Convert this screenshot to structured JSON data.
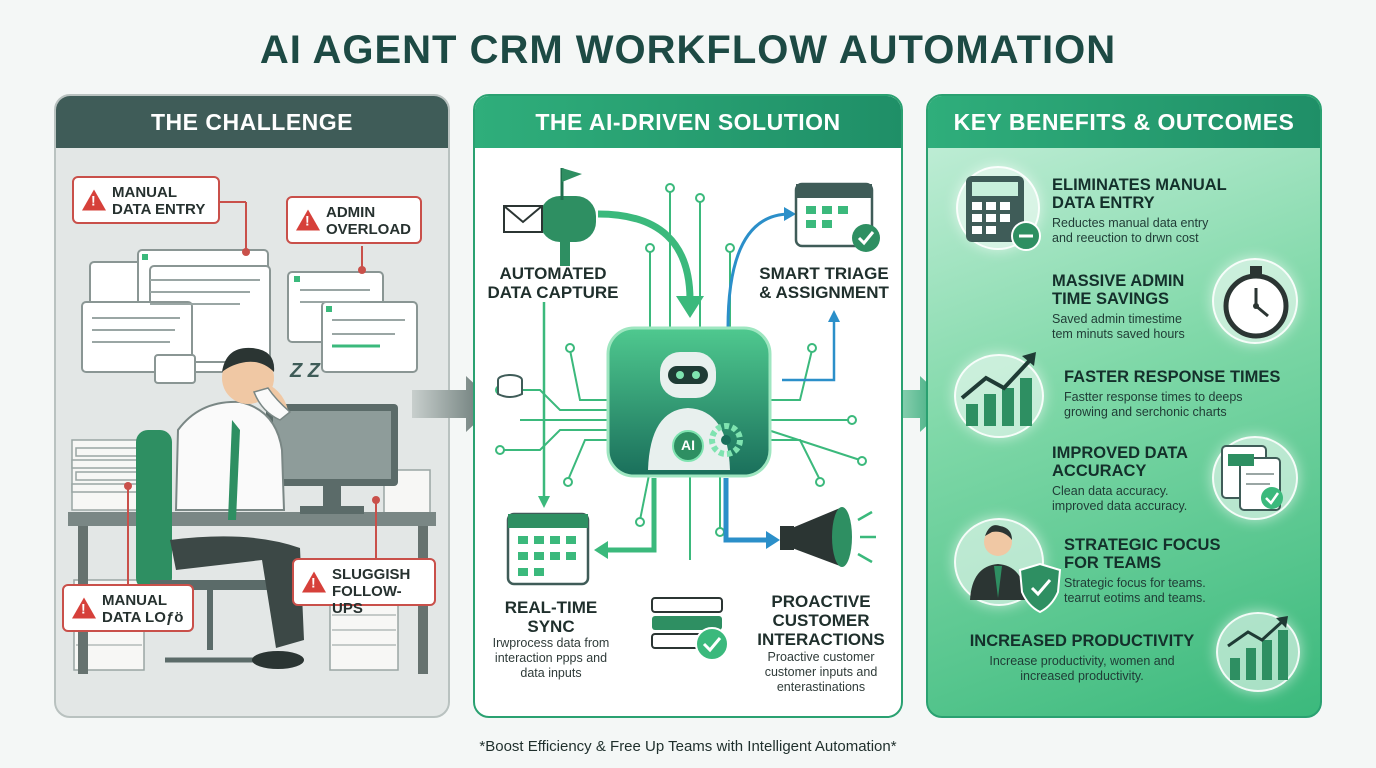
{
  "title": "AI AGENT CRM WORKFLOW AUTOMATION",
  "footer": "*Boost Efficiency & Free Up Teams with Intelligent Automation*",
  "challenge": {
    "header": "THE CHALLENGE",
    "callouts": [
      {
        "id": "manual-data-entry",
        "text": "MANUAL\nDATA ENTRY"
      },
      {
        "id": "admin-overload",
        "text": "ADMIN\nOVERLOAD"
      },
      {
        "id": "manual-data-log",
        "text": "MANUAL\nDATA LOƒö"
      },
      {
        "id": "sluggish-follow-ups",
        "text": "SLUGGISH\nFOLLOW-UPS"
      }
    ],
    "zzz": "Z Z"
  },
  "solution": {
    "header": "THE AI-DRIVEN SOLUTION",
    "ai_badge": "AI",
    "nodes": [
      {
        "id": "automated-data-capture",
        "label": "AUTOMATED\nDATA CAPTURE",
        "desc": ""
      },
      {
        "id": "smart-triage",
        "label": "SMART TRIAGE\n& ASSIGNMENT",
        "desc": ""
      },
      {
        "id": "real-time-sync",
        "label": "REAL-TIME\nSYNC",
        "desc": "Irwprocess data from\ninteraction ᴘpps and\ndata inputs"
      },
      {
        "id": "proactive-interactions",
        "label": "PROACTIVE\nCUSTOMER\nINTERACTIONS",
        "desc": "Proactive customer\ncustomer inputs and\nenterastinations"
      }
    ]
  },
  "benefits": {
    "header": "KEY BENEFITS & OUTCOMES",
    "items": [
      {
        "id": "eliminates-manual",
        "title": "ELIMINATES MANUAL\nDATA ENTRY",
        "desc": "Reductes manual data entry\nand reeuction to drwn cost",
        "icon": "calculator-icon"
      },
      {
        "id": "admin-time",
        "title": "MASSIVE ADMIN\nTIME SAVINGS",
        "desc": "Saved admin timestime\ntem minuts saved hours",
        "icon": "stopwatch-icon"
      },
      {
        "id": "response-times",
        "title": "FASTER RESPONSE TIMES",
        "desc": "Fastter response times to deeps\ngrowing and serchonic charts",
        "icon": "growth-chart-icon"
      },
      {
        "id": "data-accuracy",
        "title": "IMPROVED DATA\nACCURACY",
        "desc": "Clean data accuracy.\nimproved data accuracy.",
        "icon": "documents-icon"
      },
      {
        "id": "strategic-focus",
        "title": "STRATEGIC FOCUS\nFOR TEAMS",
        "desc": "Strategic focus for teams.\ntearrut eotims and teams.",
        "icon": "person-shield-icon"
      },
      {
        "id": "productivity",
        "title": "INCREASED PRODUCTIVITY",
        "desc": "Increase productivity, women and\nincreased productivity.",
        "icon": "bar-chart-icon"
      }
    ]
  },
  "colors": {
    "green": "#2aa171",
    "dark": "#1d4a44",
    "red": "#d6403a",
    "blue": "#2b8fc9"
  }
}
